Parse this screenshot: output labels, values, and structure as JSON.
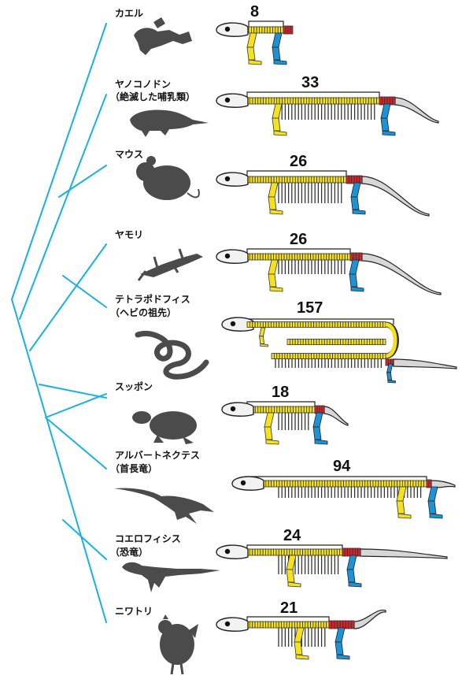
{
  "animals": [
    {
      "name": "カエル",
      "note": "",
      "count": "8"
    },
    {
      "name": "ヤノコノドン",
      "note": "（絶滅した哺乳類）",
      "count": "33"
    },
    {
      "name": "マウス",
      "note": "",
      "count": "26"
    },
    {
      "name": "ヤモリ",
      "note": "",
      "count": "26"
    },
    {
      "name": "テトラポドフィス",
      "note": "（ヘビの祖先）",
      "count": "157"
    },
    {
      "name": "スッポン",
      "note": "",
      "count": "18"
    },
    {
      "name": "アルバートネクテス",
      "note": "（首長竜）",
      "count": "94"
    },
    {
      "name": "コエロフィシス",
      "note": "（恐竜）",
      "count": "24"
    },
    {
      "name": "ニワトリ",
      "note": "",
      "count": "21"
    }
  ],
  "colors": {
    "tree": "#19b1e3",
    "trunk_vertebrae": "#f3e21c",
    "sacral_vertebrae": "#d6232a",
    "hind_limb": "#1c93d6",
    "silhouette": "#4b4b4b",
    "tail": "#d7d7d7"
  }
}
